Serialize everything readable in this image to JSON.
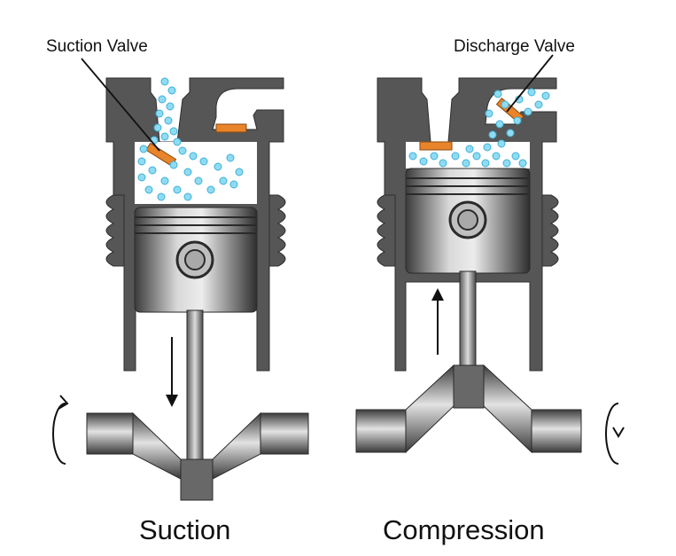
{
  "labels": {
    "suction_valve": "Suction Valve",
    "discharge_valve": "Discharge Valve"
  },
  "captions": {
    "left": "Suction",
    "right": "Compression"
  },
  "colors": {
    "body": "#565656",
    "body_edge": "#2f2f2f",
    "valve": "#e8842a",
    "bubble": "#8fdcf2",
    "bubble_edge": "#3fb0d8"
  },
  "icons": [
    "rotation-arrow-icon",
    "down-arrow-icon",
    "up-arrow-icon"
  ]
}
